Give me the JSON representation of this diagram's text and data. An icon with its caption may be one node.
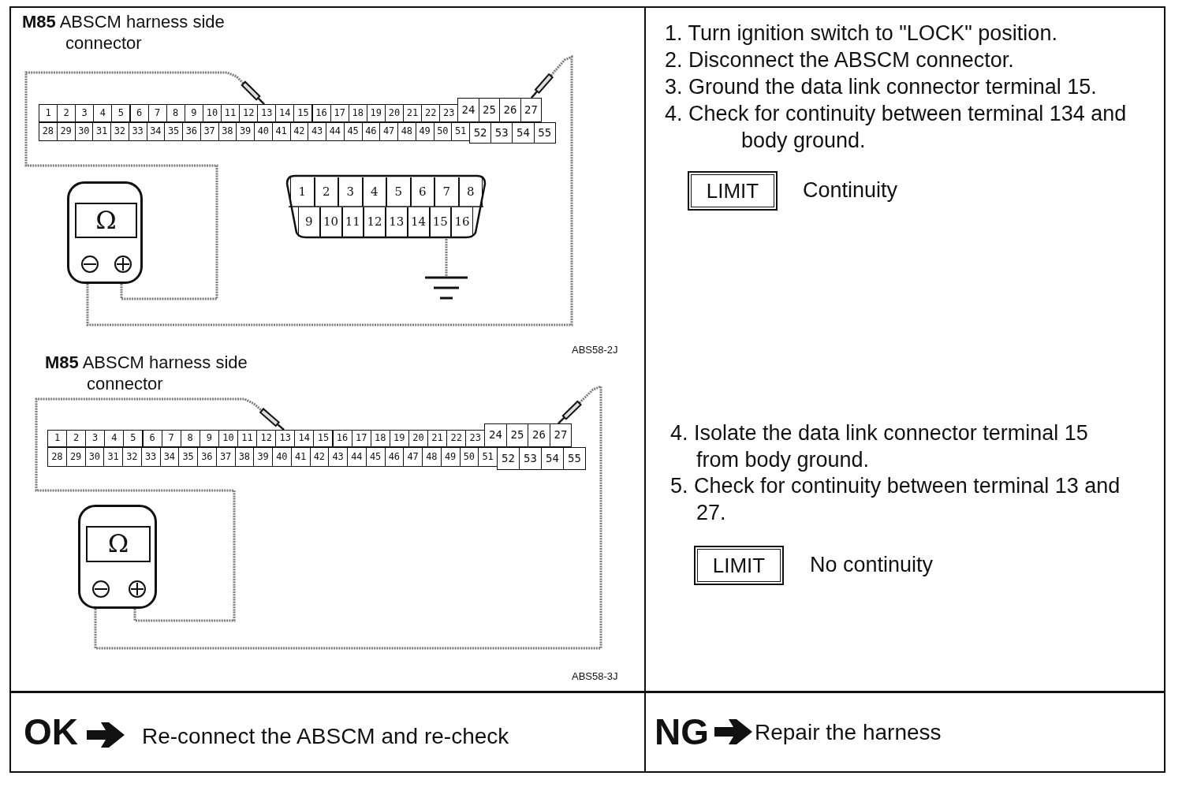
{
  "diagram": {
    "nodes": [
      {
        "text": [
          "**M85** ABSCM harness side connector",
          "1",
          "2",
          "3",
          "4",
          "5",
          "6",
          "7",
          "8",
          "9",
          "10",
          "11",
          "12",
          "13",
          "14",
          "15",
          "16",
          "17",
          "18",
          "19",
          "20",
          "21",
          "22",
          "23",
          "24",
          "25",
          "26",
          "27",
          "28",
          "29",
          "30",
          "31",
          "32",
          "33",
          "34",
          "35",
          "36",
          "37",
          "38",
          "39",
          "40",
          "41",
          "42",
          "43",
          "44",
          "45",
          "46",
          "47",
          "48",
          "49",
          "50",
          "51",
          "52",
          "53",
          "54",
          "55"
        ]
      },
      {
        "text": [
          "Ω"
        ]
      },
      {
        "text": [
          "1",
          "2",
          "3",
          "4",
          "5",
          "6",
          "7",
          "8",
          "9",
          "10",
          "11",
          "12",
          "13",
          "14",
          "15",
          "16"
        ]
      },
      {
        "text": [],
        "shape": "ground"
      },
      {
        "text": [
          "**M85** ABSCM harness side connector",
          "1",
          "2",
          "3",
          "4",
          "5",
          "6",
          "7",
          "8",
          "9",
          "10",
          "11",
          "12",
          "13",
          "14",
          "15",
          "16",
          "17",
          "18",
          "19",
          "20",
          "21",
          "22",
          "23",
          "24",
          "25",
          "26",
          "27",
          "28",
          "29",
          "30",
          "31",
          "32",
          "33",
          "34",
          "35",
          "36",
          "37",
          "38",
          "39",
          "40",
          "41",
          "42",
          "43",
          "44",
          "45",
          "46",
          "47",
          "48",
          "49",
          "50",
          "51",
          "52",
          "53",
          "54",
          "55"
        ]
      },
      {
        "text": [
          "Ω"
        ]
      },
      {
        "text": [
          "LIMIT"
        ],
        "beside": [
          "Continuity"
        ]
      },
      {
        "text": [
          "LIMIT"
        ],
        "beside": [
          "No continuity"
        ]
      }
    ],
    "edges": [
      {
        "from": 1,
        "to": 0,
        "arrow": "none"
      },
      {
        "from": 1,
        "to": 0,
        "arrow": "none"
      },
      {
        "from": 2,
        "to": 3,
        "arrow": "none"
      },
      {
        "from": 5,
        "to": 4,
        "arrow": "none"
      },
      {
        "from": 5,
        "to": 4,
        "arrow": "none"
      }
    ],
    "labels": [
      "ABS58-2J",
      "1. Turn ignition switch to \"LOCK\" position.",
      "2. Disconnect the ABSCM connector.",
      "3. Ground the data link connector terminal 15.",
      "4. Check for continuity between terminal 134 and body ground.",
      "ABS58-3J",
      "4. Isolate the data link connector terminal 15 from body ground.",
      "5. Check for continuity between terminal 13 and 27.",
      "OK",
      "Re-connect the ABSCM and re-check",
      "NG",
      "Repair the harness"
    ]
  }
}
